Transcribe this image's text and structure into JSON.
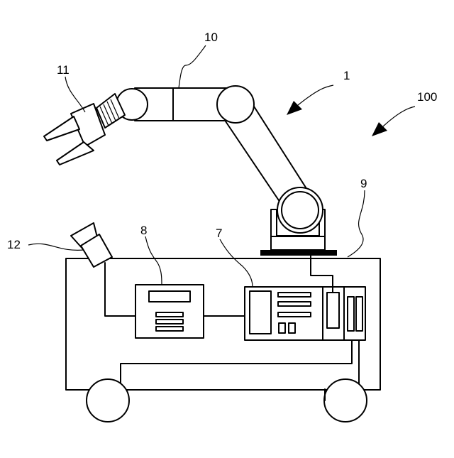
{
  "labels": {
    "arm": "10",
    "gripper": "11",
    "robot": "1",
    "system": "100",
    "base_cart": "9",
    "camera": "12",
    "image_processor": "8",
    "controller": "7"
  }
}
